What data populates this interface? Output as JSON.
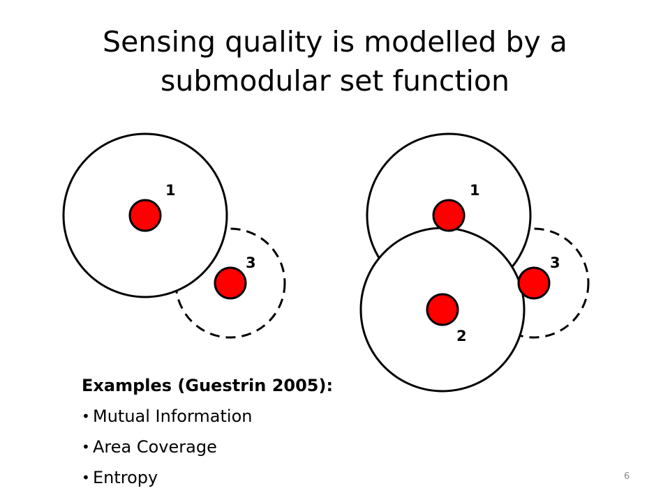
{
  "slide": {
    "title_line1": "Sensing quality is modelled by a",
    "title_line2": "submodular set function",
    "page_number": "6"
  },
  "diagram": {
    "left": {
      "sensor_labels": [
        "1",
        "3"
      ]
    },
    "right": {
      "sensor_labels": [
        "1",
        "3",
        "2"
      ]
    },
    "colors": {
      "sensor_fill": "#ff0000",
      "outline": "#000000"
    }
  },
  "examples": {
    "heading": "Examples (Guestrin 2005):",
    "items": [
      "Mutual Information",
      "Area Coverage",
      "Entropy"
    ]
  }
}
